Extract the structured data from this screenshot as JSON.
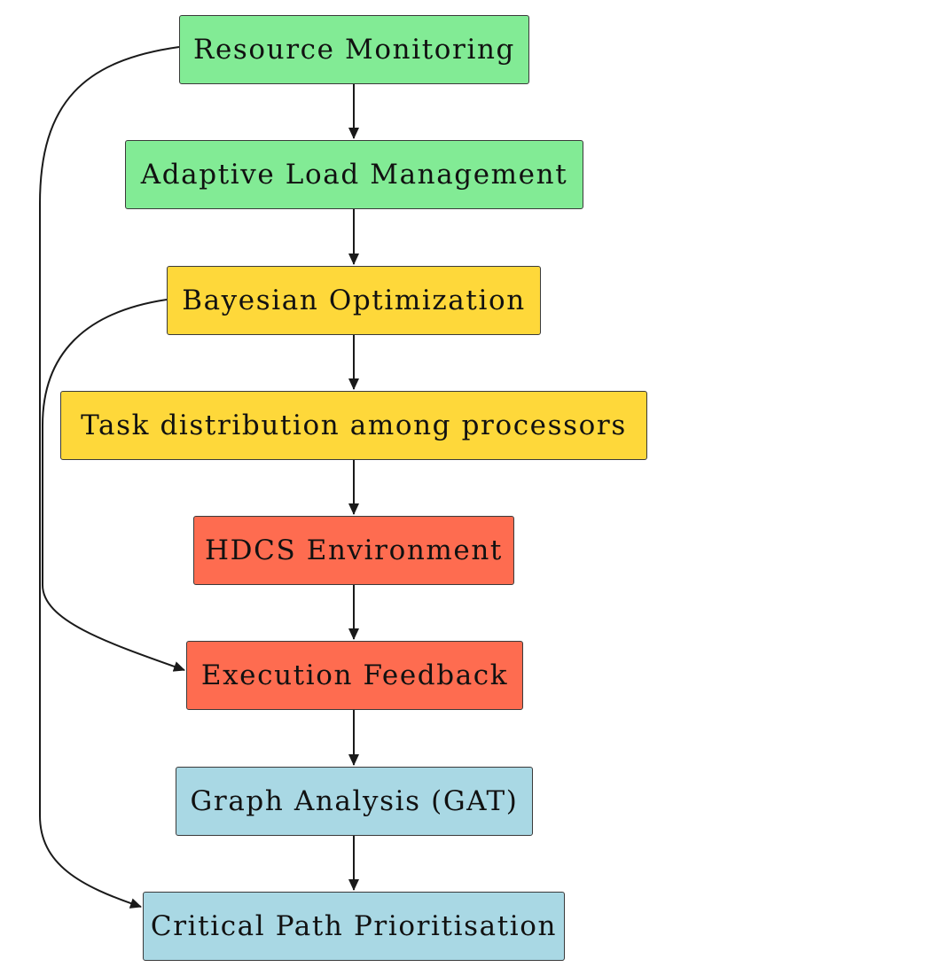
{
  "colors": {
    "green": "#82eb95",
    "yellow": "#fed83a",
    "red": "#fe6c50",
    "blue": "#a9d8e4",
    "edge": "#1a1a1a"
  },
  "nodes": [
    {
      "id": "resource-monitoring",
      "label": "Resource Monitoring",
      "color": "green"
    },
    {
      "id": "adaptive-load-management",
      "label": "Adaptive Load Management",
      "color": "green"
    },
    {
      "id": "bayesian-optimization",
      "label": "Bayesian Optimization",
      "color": "yellow"
    },
    {
      "id": "task-distribution",
      "label": "Task distribution among processors",
      "color": "yellow"
    },
    {
      "id": "hdcs-environment",
      "label": "HDCS Environment",
      "color": "red"
    },
    {
      "id": "execution-feedback",
      "label": "Execution Feedback",
      "color": "red"
    },
    {
      "id": "graph-analysis",
      "label": "Graph Analysis (GAT)",
      "color": "blue"
    },
    {
      "id": "critical-path-prioritisation",
      "label": "Critical Path Prioritisation",
      "color": "blue"
    }
  ],
  "edges": [
    {
      "from": "resource-monitoring",
      "to": "adaptive-load-management"
    },
    {
      "from": "adaptive-load-management",
      "to": "bayesian-optimization"
    },
    {
      "from": "bayesian-optimization",
      "to": "task-distribution"
    },
    {
      "from": "task-distribution",
      "to": "hdcs-environment"
    },
    {
      "from": "hdcs-environment",
      "to": "execution-feedback"
    },
    {
      "from": "execution-feedback",
      "to": "graph-analysis"
    },
    {
      "from": "graph-analysis",
      "to": "critical-path-prioritisation"
    },
    {
      "from": "resource-monitoring",
      "to": "critical-path-prioritisation"
    },
    {
      "from": "bayesian-optimization",
      "to": "execution-feedback"
    }
  ]
}
